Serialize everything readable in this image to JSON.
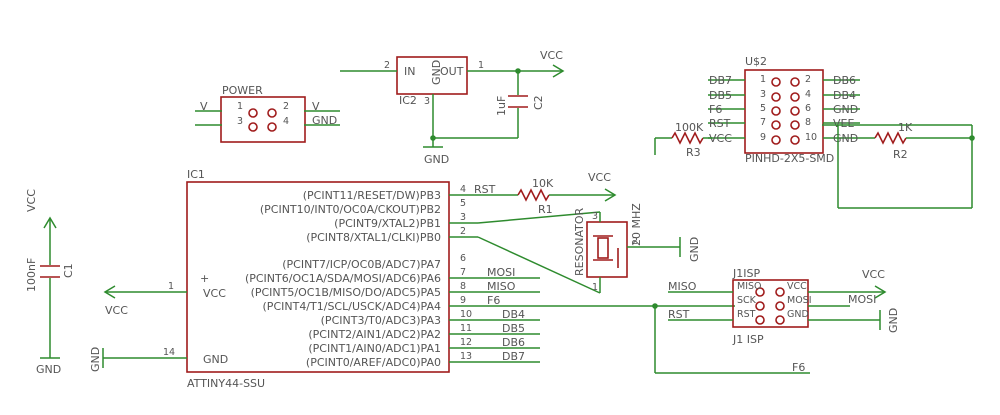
{
  "colors": {
    "part": "#a01c1c",
    "wire": "#2e8b2e",
    "text": "#555555",
    "background": "#ffffff"
  },
  "power": {
    "name": "POWER",
    "pin1": "1",
    "pin2": "2",
    "pin3": "3",
    "pin4": "4",
    "left1": "V",
    "right1": "V",
    "right2": "GND"
  },
  "ic2": {
    "name": "IC2",
    "in": "IN",
    "out": "OUT",
    "gnd": "GND",
    "pin_in": "2",
    "pin_out": "1",
    "pin_gnd": "3",
    "vcc": "VCC",
    "gnd_label": "GND"
  },
  "c2": {
    "name": "C2",
    "value": "1uF"
  },
  "header": {
    "name": "U$2",
    "part": "PINHD-2X5-SMD",
    "left": [
      "DB7",
      "DB5",
      "F6",
      "RST",
      "VCC"
    ],
    "right": [
      "DB6",
      "DB4",
      "GND",
      "VEE",
      "GND"
    ],
    "left_pins": [
      "1",
      "3",
      "5",
      "7",
      "9"
    ],
    "right_pins": [
      "2",
      "4",
      "6",
      "8",
      "10"
    ]
  },
  "r3": {
    "name": "R3",
    "value": "100K"
  },
  "r2": {
    "name": "R2",
    "value": "1K"
  },
  "c1": {
    "name": "C1",
    "value": "100nF",
    "vcc": "VCC",
    "gnd": "GND"
  },
  "ic1": {
    "name": "IC1",
    "part": "ATTINY44-SSU",
    "vcc_pin": "VCC",
    "gnd_pin": "GND",
    "plus": "+",
    "vcc_num": "1",
    "gnd_num": "14",
    "pins": [
      {
        "label": "(PCINT11/RESET/DW)PB3",
        "num": "4"
      },
      {
        "label": "(PCINT10/INT0/OC0A/CKOUT)PB2",
        "num": "5"
      },
      {
        "label": "(PCINT9/XTAL2)PB1",
        "num": "3"
      },
      {
        "label": "(PCINT8/XTAL1/CLKI)PB0",
        "num": "2"
      },
      {
        "label": "(PCINT7/ICP/OC0B/ADC7)PA7",
        "num": "6"
      },
      {
        "label": "(PCINT6/OC1A/SDA/MOSI/ADC6)PA6",
        "num": "7"
      },
      {
        "label": "(PCINT5/OC1B/MISO/DO/ADC5)PA5",
        "num": "8"
      },
      {
        "label": "(PCINT4/T1/SCL/USCK/ADC4)PA4",
        "num": "9"
      },
      {
        "label": "(PCINT3/T0/ADC3)PA3",
        "num": "10"
      },
      {
        "label": "(PCINT2/AIN1/ADC2)PA2",
        "num": "11"
      },
      {
        "label": "(PCINT1/AIN0/ADC1)PA1",
        "num": "12"
      },
      {
        "label": "(PCINT0/AREF/ADC0)PA0",
        "num": "13"
      }
    ],
    "nets": [
      "RST",
      "MOSI",
      "MISO",
      "F6",
      "DB4",
      "DB5",
      "DB6",
      "DB7"
    ],
    "vcc_net": "VCC",
    "gnd_net": "GND"
  },
  "r1": {
    "name": "R1",
    "value": "10K",
    "vcc": "VCC"
  },
  "resonator": {
    "name": "RESONATOR",
    "freq": "20 MHZ",
    "p1": "1",
    "p2": "2",
    "p3": "3",
    "gnd": "GND"
  },
  "isp": {
    "name": "J1ISP",
    "label": "J1 ISP",
    "left": [
      "MISO",
      "SCK",
      "RST"
    ],
    "right": [
      "VCC",
      "MOSI",
      "GND"
    ],
    "nets_left": [
      "MISO",
      "RST"
    ],
    "nets_right": [
      "VCC",
      "MOSI",
      "GND"
    ],
    "f6": "F6"
  }
}
